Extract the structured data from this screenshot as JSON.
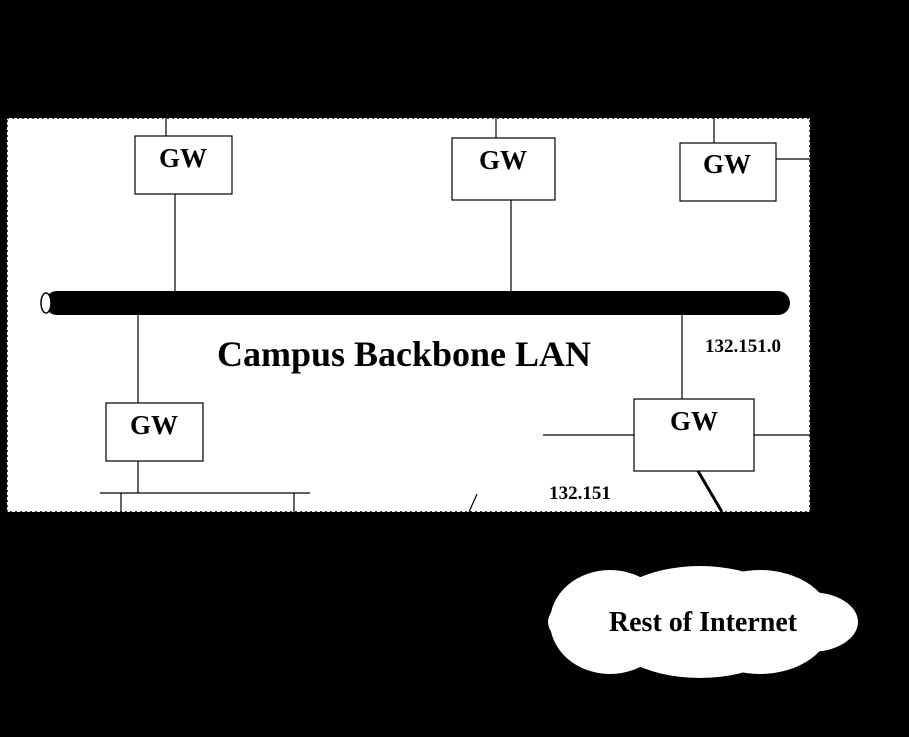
{
  "colors": {
    "background": "#000000",
    "panel": "#ffffff",
    "line": "#000000",
    "backbone": "#000000"
  },
  "gateway_label": "GW",
  "backbone": {
    "label": "Campus Backbone LAN",
    "subnet": "132.151.0"
  },
  "network": {
    "address": "132.151"
  },
  "cloud": {
    "label": "Rest of Internet"
  }
}
